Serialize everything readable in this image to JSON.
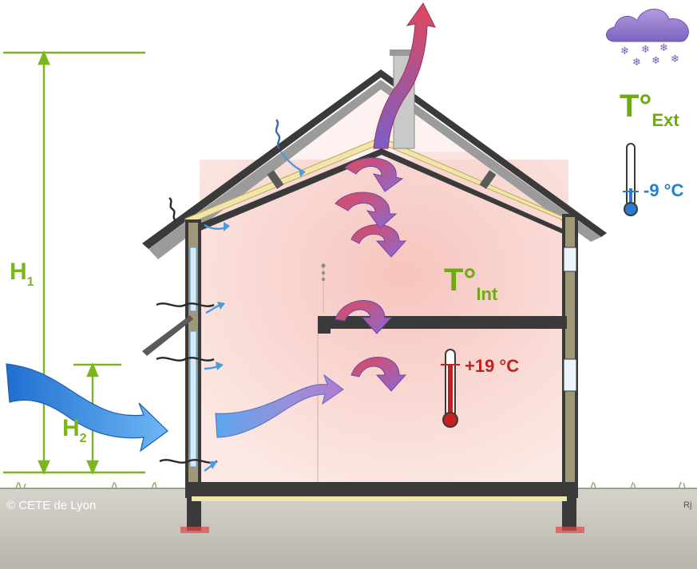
{
  "labels": {
    "h1": "H",
    "h1_sub": "1",
    "h2": "H",
    "h2_sub": "2",
    "t_ext": "T°",
    "t_ext_sub": "Ext",
    "t_int": "T°",
    "t_int_sub": "Int",
    "temp_ext": "-9 °C",
    "temp_int": "+19 °C",
    "credit": "© CETE de Lyon",
    "signature": "Rj"
  },
  "colors": {
    "height_lines": "#7ab61e",
    "cold_air": "#3a8fe0",
    "warm_air": "#e0485a",
    "interior_warm": "#f9d9d4",
    "wall": "#3a3a3a",
    "insulation": "#f0e6a8",
    "ground": "#c8c4bb"
  }
}
